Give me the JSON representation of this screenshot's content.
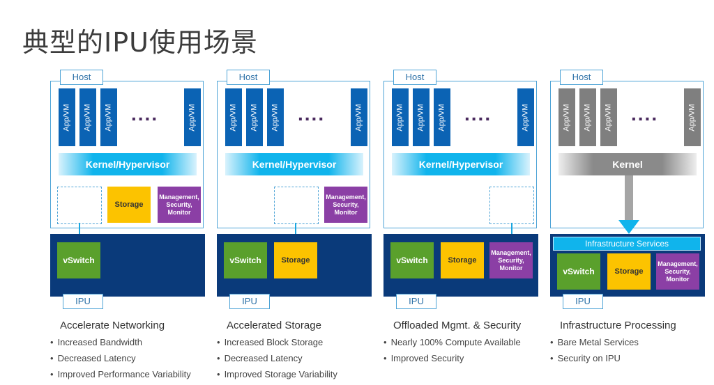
{
  "title": "典型的IPU使用场景",
  "panels": [
    {
      "host_label": "Host",
      "apps": [
        "App/VM",
        "App/VM",
        "App/VM",
        "App/VM"
      ],
      "dots": "....",
      "kernel_label": "Kernel/Hypervisor",
      "host_storage": "Storage",
      "host_mgmt": "Management, Security, Monitor",
      "ipu_boxes": [
        "vSwitch"
      ],
      "ipu_label": "IPU",
      "caption": "Accelerate Networking",
      "bullets": [
        "Increased Bandwidth",
        "Decreased Latency",
        "Improved Performance Variability"
      ]
    },
    {
      "host_label": "Host",
      "apps": [
        "App/VM",
        "App/VM",
        "App/VM",
        "App/VM"
      ],
      "dots": "....",
      "kernel_label": "Kernel/Hypervisor",
      "host_mgmt": "Management, Security, Monitor",
      "ipu_boxes": [
        "vSwitch",
        "Storage"
      ],
      "ipu_label": "IPU",
      "caption": "Accelerated Storage",
      "bullets": [
        "Increased Block Storage",
        "Decreased Latency",
        "Improved Storage Variability"
      ]
    },
    {
      "host_label": "Host",
      "apps": [
        "App/VM",
        "App/VM",
        "App/VM",
        "App/VM"
      ],
      "dots": "....",
      "kernel_label": "Kernel/Hypervisor",
      "ipu_boxes": [
        "vSwitch",
        "Storage",
        "Management, Security, Monitor"
      ],
      "ipu_label": "IPU",
      "caption": "Offloaded Mgmt. & Security",
      "bullets": [
        "Nearly 100% Compute Available",
        "Improved Security"
      ]
    },
    {
      "host_label": "Host",
      "apps": [
        "App/VM",
        "App/VM",
        "App/VM",
        "App/VM"
      ],
      "dots": "....",
      "kernel_label": "Kernel",
      "infra_label": "Infrastructure Services",
      "ipu_boxes": [
        "vSwitch",
        "Storage",
        "Management, Security, Monitor"
      ],
      "ipu_label": "IPU",
      "caption": "Infrastructure Processing",
      "bullets": [
        "Bare Metal Services",
        "Security on IPU"
      ]
    }
  ],
  "colors": {
    "app_blue": "#0b63b4",
    "app_gray": "#7f7f7f",
    "kernel_cyan": "#10b4ec",
    "ipu_navy": "#0a3a7a",
    "storage_yellow": "#fcc300",
    "mgmt_purple": "#8b3fa5",
    "vswitch_green": "#5aa02c"
  }
}
